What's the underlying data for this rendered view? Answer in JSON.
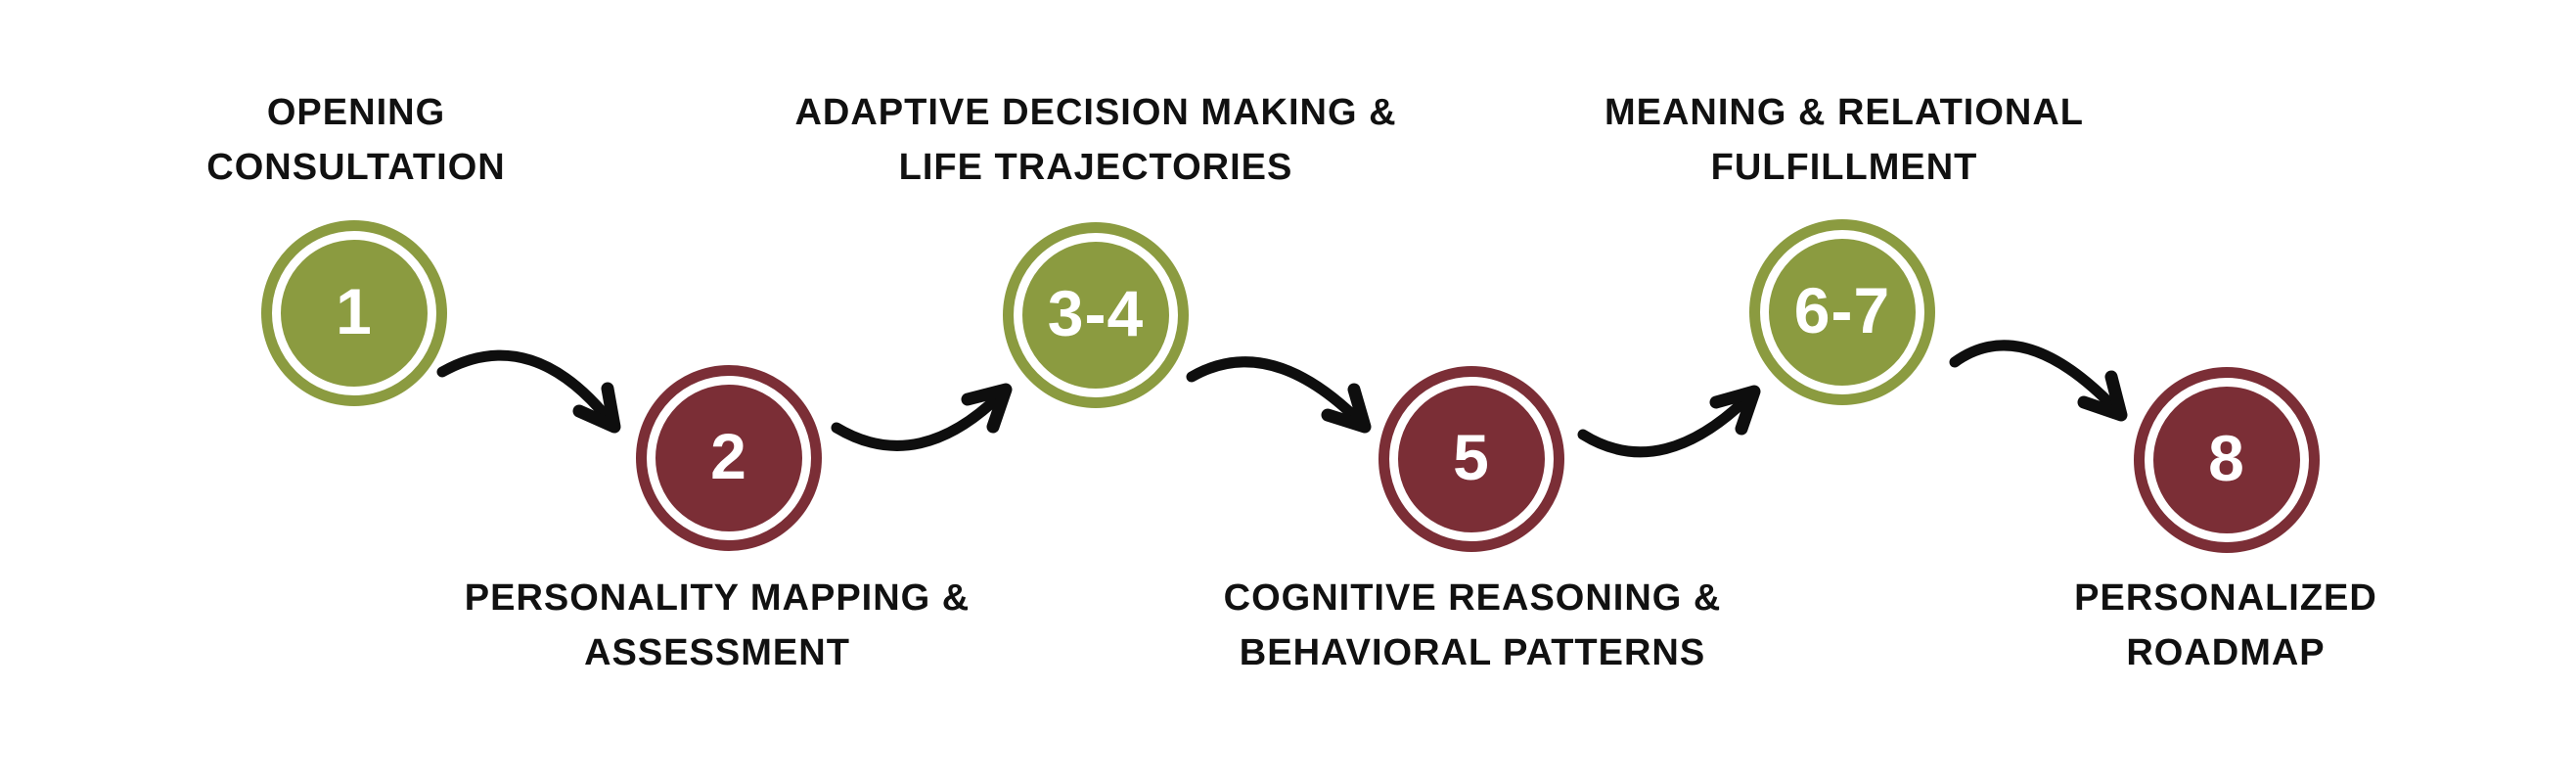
{
  "diagram": {
    "type": "process-flow",
    "background": "#FFFFFF",
    "colors": {
      "step_green": "#8B9B40",
      "step_maroon": "#7B2E36",
      "arrow": "#0E0E0E",
      "caption_text": "#111111",
      "number_text": "#FFFFFF"
    },
    "steps": [
      {
        "number": "1",
        "line1": "OPENING",
        "line2": "CONSULTATION",
        "caption": "OPENING CONSULTATION",
        "color": "green",
        "caption_position": "above"
      },
      {
        "number": "2",
        "line1": "PERSONALITY MAPPING &",
        "line2": "ASSESSMENT",
        "caption": "PERSONALITY MAPPING & ASSESSMENT",
        "color": "maroon",
        "caption_position": "below"
      },
      {
        "number": "3-4",
        "line1": "ADAPTIVE DECISION MAKING &",
        "line2": "LIFE TRAJECTORIES",
        "caption": "ADAPTIVE DECISION MAKING & LIFE TRAJECTORIES",
        "color": "green",
        "caption_position": "above"
      },
      {
        "number": "5",
        "line1": "COGNITIVE REASONING &",
        "line2": "BEHAVIORAL PATTERNS",
        "caption": "COGNITIVE REASONING & BEHAVIORAL PATTERNS",
        "color": "maroon",
        "caption_position": "below"
      },
      {
        "number": "6-7",
        "line1": "MEANING & RELATIONAL",
        "line2": "FULFILLMENT",
        "caption": "MEANING & RELATIONAL FULFILLMENT",
        "color": "green",
        "caption_position": "above"
      },
      {
        "number": "8",
        "line1": "PERSONALIZED",
        "line2": "ROADMAP",
        "caption": "PERSONALIZED ROADMAP",
        "color": "maroon",
        "caption_position": "below"
      }
    ],
    "arrows": [
      {
        "from": "1",
        "to": "2",
        "curve": "bulge-up",
        "points": "down-right"
      },
      {
        "from": "2",
        "to": "3-4",
        "curve": "bulge-down",
        "points": "up-right"
      },
      {
        "from": "3-4",
        "to": "5",
        "curve": "bulge-up",
        "points": "down-right"
      },
      {
        "from": "5",
        "to": "6-7",
        "curve": "bulge-down",
        "points": "up-right"
      },
      {
        "from": "6-7",
        "to": "8",
        "curve": "bulge-up",
        "points": "down-right"
      }
    ]
  }
}
